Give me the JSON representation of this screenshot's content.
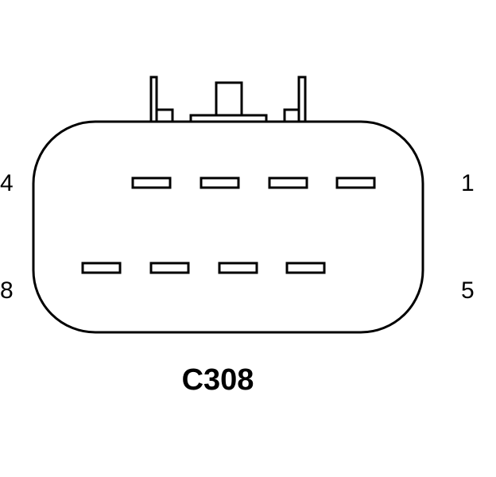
{
  "connector": {
    "id": "C308",
    "pin_labels": {
      "top_left": "4",
      "top_right": "1",
      "bottom_left": "8",
      "bottom_right": "5"
    },
    "pin_rows": [
      4,
      4
    ]
  },
  "colors": {
    "line": "#000000",
    "background": "#ffffff"
  }
}
